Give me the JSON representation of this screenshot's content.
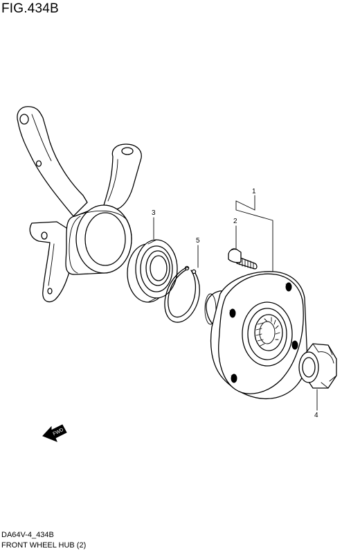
{
  "figure": {
    "title": "FIG.434B",
    "code": "DA64V-4_434B",
    "name": "FRONT WHEEL HUB (2)"
  },
  "parts": [
    {
      "ref": "1"
    },
    {
      "ref": "2"
    },
    {
      "ref": "3"
    },
    {
      "ref": "4"
    },
    {
      "ref": "5"
    }
  ],
  "fwd_arrow": {
    "label": "FWD"
  }
}
